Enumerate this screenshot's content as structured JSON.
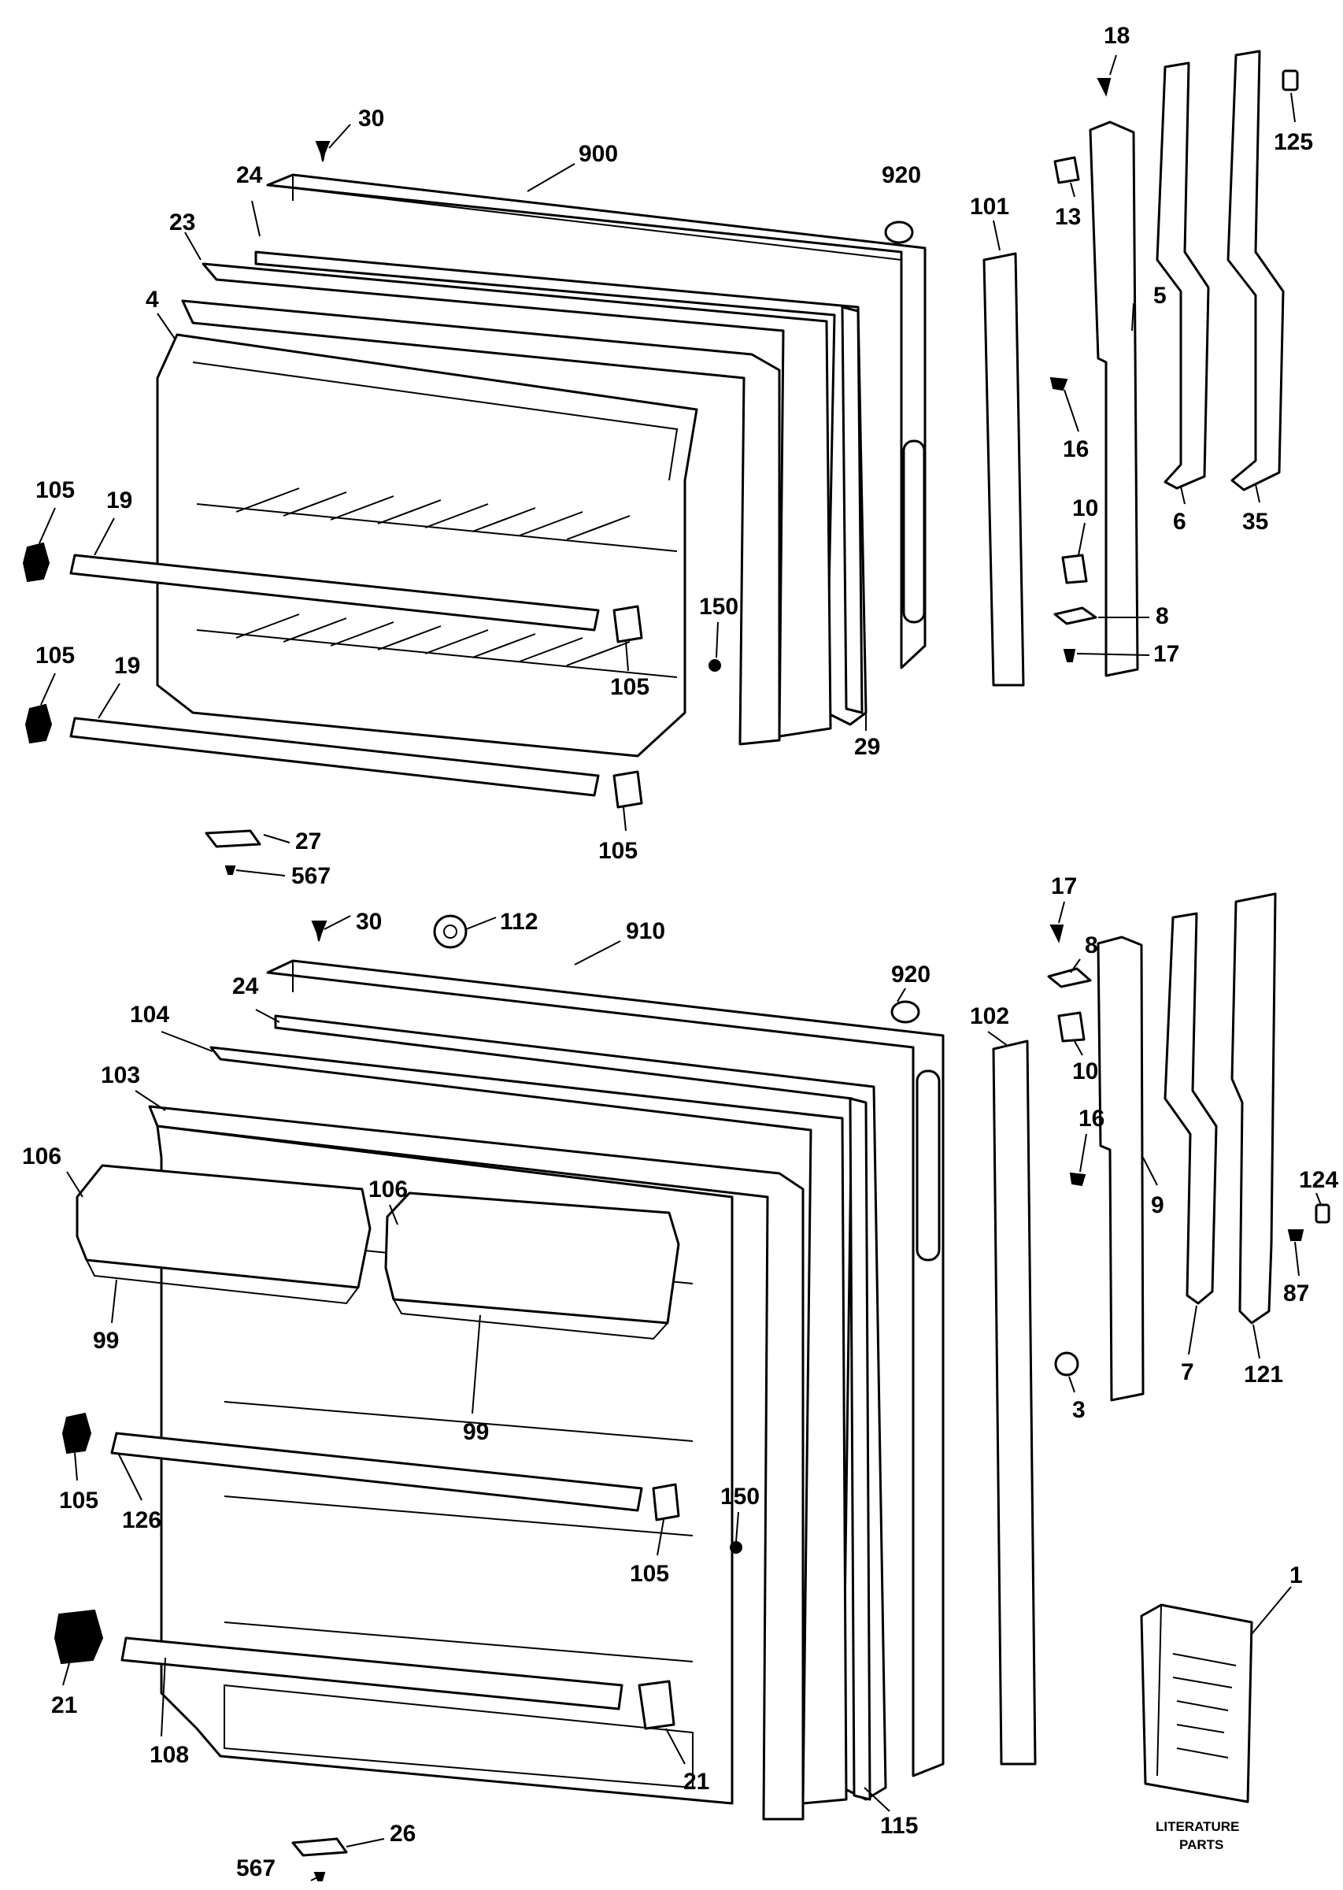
{
  "upper_door": {
    "labels": {
      "p30": "30",
      "p900": "900",
      "p920": "920",
      "p24": "24",
      "p23": "23",
      "p4": "4",
      "p105a": "105",
      "p19a": "19",
      "p105b": "105",
      "p19b": "19",
      "p105c": "105",
      "p105d": "105",
      "p150": "150",
      "p29": "29",
      "p27": "27",
      "p567": "567",
      "p101": "101",
      "p18": "18",
      "p13": "13",
      "p5": "5",
      "p16": "16",
      "p10": "10",
      "p8": "8",
      "p17": "17",
      "p6": "6",
      "p35": "35",
      "p125": "125"
    }
  },
  "lower_door": {
    "labels": {
      "p30": "30",
      "p112": "112",
      "p910": "910",
      "p920": "920",
      "p24": "24",
      "p104": "104",
      "p103": "103",
      "p106a": "106",
      "p106b": "106",
      "p99a": "99",
      "p99b": "99",
      "p105a": "105",
      "p126": "126",
      "p105b": "105",
      "p150": "150",
      "p21a": "21",
      "p108": "108",
      "p21b": "21",
      "p567": "567",
      "p26": "26",
      "p115": "115",
      "p102": "102",
      "p17": "17",
      "p8": "8",
      "p10": "10",
      "p16": "16",
      "p9": "9",
      "p3": "3",
      "p7": "7",
      "p121": "121",
      "p124": "124",
      "p87": "87",
      "p1": "1"
    }
  },
  "literature": {
    "line1": "LITERATURE",
    "line2": "PARTS"
  }
}
